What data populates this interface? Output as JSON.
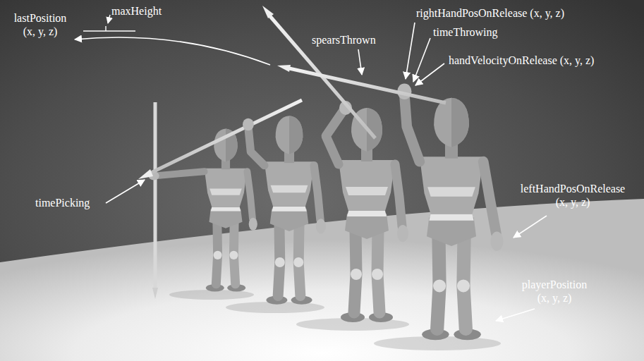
{
  "diagram": {
    "labels": [
      "lastPosition (x, y, z)",
      "maxHeight",
      "spearsThrown",
      "rightHandPosOnRelease (x, y, z)",
      "timeThrowing",
      "handVelocityOnRelease (x, y, z)",
      "timePicking",
      "leftHandPosOnRelease (x, y, z)",
      "playerPosition (x, y, z)"
    ]
  }
}
